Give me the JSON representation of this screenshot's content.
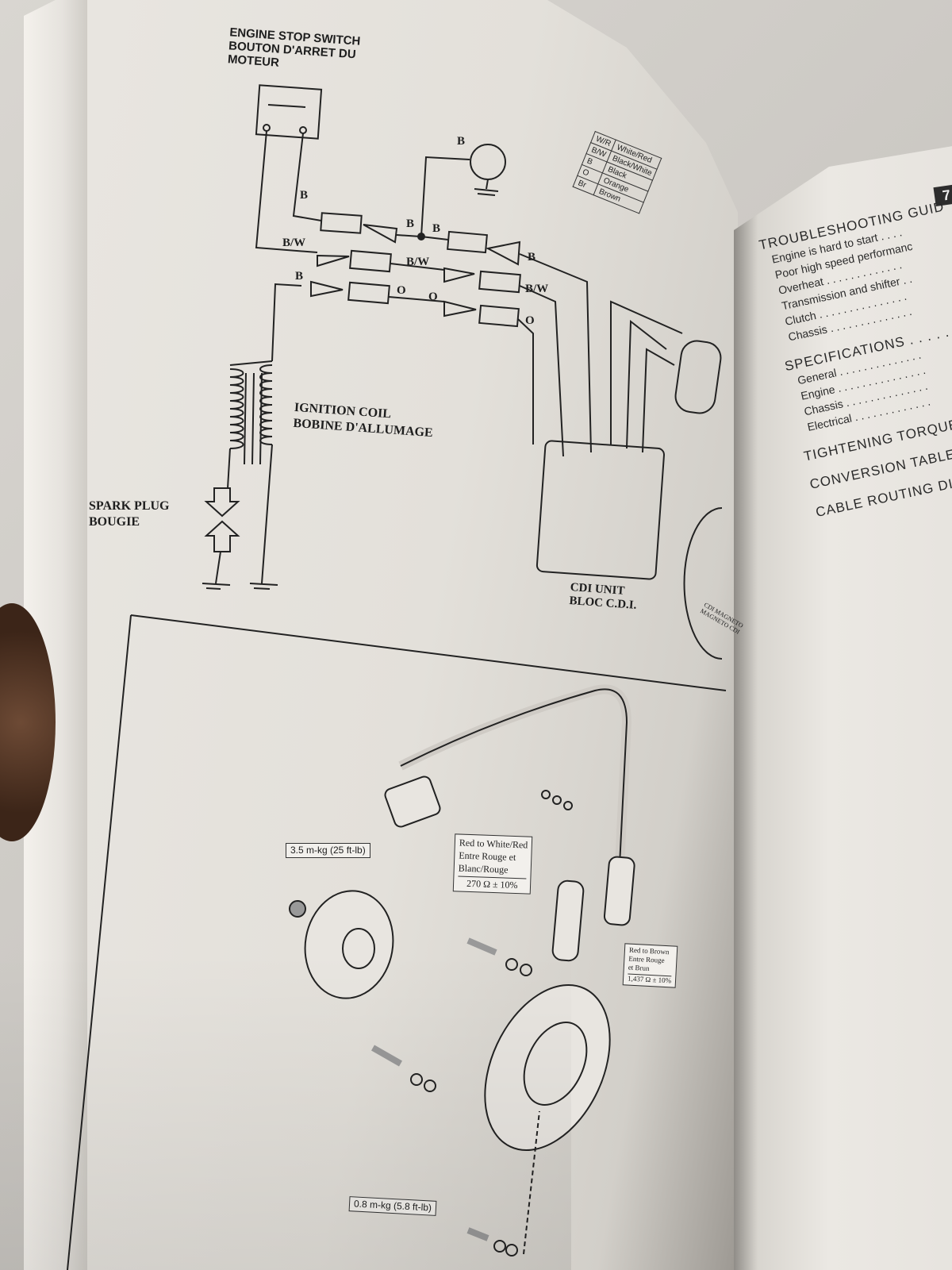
{
  "diagram": {
    "engine_stop_switch": [
      "ENGINE STOP SWITCH",
      "BOUTON D'ARRET DU",
      "MOTEUR"
    ],
    "ignition_coil": [
      "IGNITION COIL",
      "BOBINE D'ALLUMAGE"
    ],
    "spark_plug": [
      "SPARK PLUG",
      "BOUGIE"
    ],
    "cdi_unit": [
      "CDI UNIT",
      "BLOC C.D.I."
    ],
    "cdi_magneto": [
      "CDI MAGNETO",
      "MAGNETO CDI"
    ],
    "wire_labels": {
      "b1": "B",
      "b2": "B",
      "b3": "B",
      "b4": "B",
      "b5": "B",
      "b6": "B",
      "bw1": "B/W",
      "bw2": "B/W",
      "bw3": "B/W",
      "o1": "O",
      "o2": "O",
      "o3": "O"
    },
    "color_legend": [
      {
        "code": "W/R",
        "name": "White/Red"
      },
      {
        "code": "B/W",
        "name": "Black/White"
      },
      {
        "code": "B",
        "name": "Black"
      },
      {
        "code": "O",
        "name": "Orange"
      },
      {
        "code": "Br",
        "name": "Brown"
      }
    ]
  },
  "exploded": {
    "torque_rotor": "3.5 m-kg (25 ft-lb)",
    "torque_stator": "0.8 m-kg (5.8 ft-lb)",
    "coil_red_white": [
      "Red to White/Red",
      "Entre Rouge et",
      "Blanc/Rouge"
    ],
    "coil_red_white_value": "270 Ω ± 10%",
    "coil_red_brown": [
      "Red to Brown",
      "Entre Rouge",
      "et Brun"
    ],
    "coil_red_brown_value": "1,437 Ω ± 10%"
  },
  "right_page": {
    "tab_number": "7",
    "toc": [
      {
        "type": "head",
        "text": "TROUBLESHOOTING GUID"
      },
      {
        "type": "sub",
        "text": "Engine is hard to start . . . ."
      },
      {
        "type": "sub",
        "text": "Poor high speed performanc"
      },
      {
        "type": "sub",
        "text": "Overheat . . . . . . . . . . . . ."
      },
      {
        "type": "sub",
        "text": "Transmission and shifter . ."
      },
      {
        "type": "sub",
        "text": "Clutch . . . . . . . . . . . . . . ."
      },
      {
        "type": "sub",
        "text": "Chassis . . . . . . . . . . . . . ."
      },
      {
        "type": "head",
        "text": "SPECIFICATIONS . . . . . . . ."
      },
      {
        "type": "sub",
        "text": "General . . . . . . . . . . . . . ."
      },
      {
        "type": "sub",
        "text": "Engine . . . . . . . . . . . . . . ."
      },
      {
        "type": "sub",
        "text": "Chassis . . . . . . . . . . . . . ."
      },
      {
        "type": "sub",
        "text": "Electrical . . . . . . . . . . . . ."
      },
      {
        "type": "head",
        "text": "TIGHTENING TORQUE . ."
      },
      {
        "type": "head",
        "text": "CONVERSION TABLES . . ."
      },
      {
        "type": "head",
        "text": "CABLE ROUTING DIAGRA"
      }
    ]
  }
}
